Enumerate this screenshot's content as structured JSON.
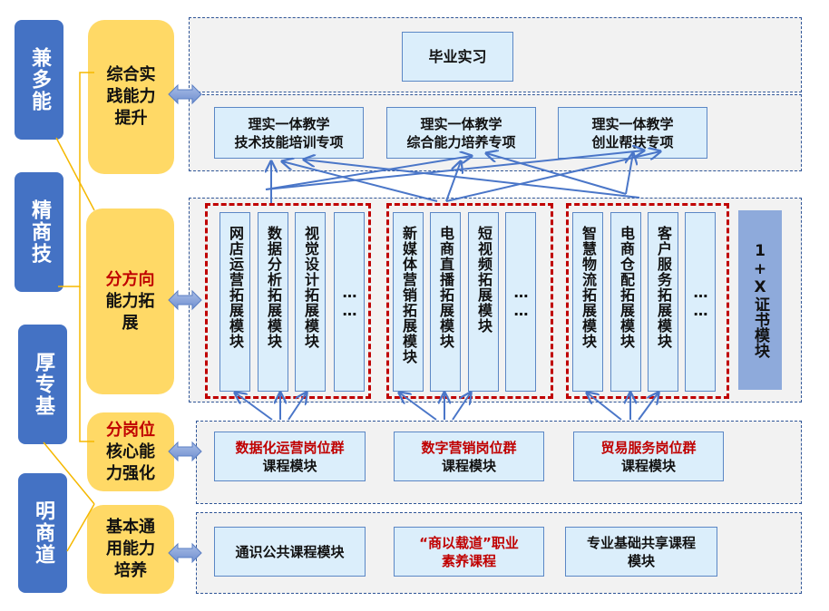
{
  "tags": [
    {
      "id": "jianduoneng",
      "label": "兼多能"
    },
    {
      "id": "jingshangji",
      "label": "精商技"
    },
    {
      "id": "houzhuanji",
      "label": "厚专基"
    },
    {
      "id": "mingshangdao",
      "label": "明商道"
    }
  ],
  "stages": [
    {
      "id": "practice",
      "lines": [
        "综合实",
        "践能力",
        "提升"
      ],
      "red_line": ""
    },
    {
      "id": "direction",
      "red_line": "分方向",
      "lines": [
        "能力拓",
        "展"
      ]
    },
    {
      "id": "post",
      "red_line": "分岗位",
      "lines": [
        "核心能",
        "力强化"
      ]
    },
    {
      "id": "basic",
      "red_line": "",
      "lines": [
        "基本通",
        "用能力",
        "培养"
      ]
    }
  ],
  "internship": {
    "label": "毕业实习"
  },
  "projects": [
    {
      "line1": "理实一体教学",
      "line2": "技术技能培训专项"
    },
    {
      "line1": "理实一体教学",
      "line2": "综合能力培养专项"
    },
    {
      "line1": "理实一体教学",
      "line2": "创业帮扶专项"
    }
  ],
  "module_groups": [
    {
      "modules": [
        "网店运营拓展模块",
        "数据分析拓展模块",
        "视觉设计拓展模块",
        "……"
      ]
    },
    {
      "modules": [
        "新媒体营销拓展模块",
        "电商直播拓展模块",
        "短视频拓展模块",
        "……"
      ]
    },
    {
      "modules": [
        "智慧物流拓展模块",
        "电商仓配拓展模块",
        "客户服务拓展模块",
        "……"
      ]
    }
  ],
  "certificate": {
    "label": "1+X证书模块"
  },
  "post_groups": [
    {
      "title": "数据化运营岗位群",
      "subtitle": "课程模块"
    },
    {
      "title": "数字营销岗位群",
      "subtitle": "课程模块"
    },
    {
      "title": "贸易服务岗位群",
      "subtitle": "课程模块"
    }
  ],
  "basic_courses": [
    {
      "line1": "通识公共课程模块",
      "line2": "",
      "red": false
    },
    {
      "line1": "“商以载道”职业",
      "line2": "素养课程",
      "red": true
    },
    {
      "line1": "专业基础共享课程",
      "line2": "模块",
      "red": false
    }
  ],
  "colors": {
    "tag_blue": "#4472c4",
    "stage_yellow": "#ffd966",
    "accent_red": "#c00000",
    "box_fill": "#dbeefb",
    "arrow_blue": "#4a76c8",
    "cert_fill": "#8eaadb",
    "connector_gold": "#f5b800"
  }
}
